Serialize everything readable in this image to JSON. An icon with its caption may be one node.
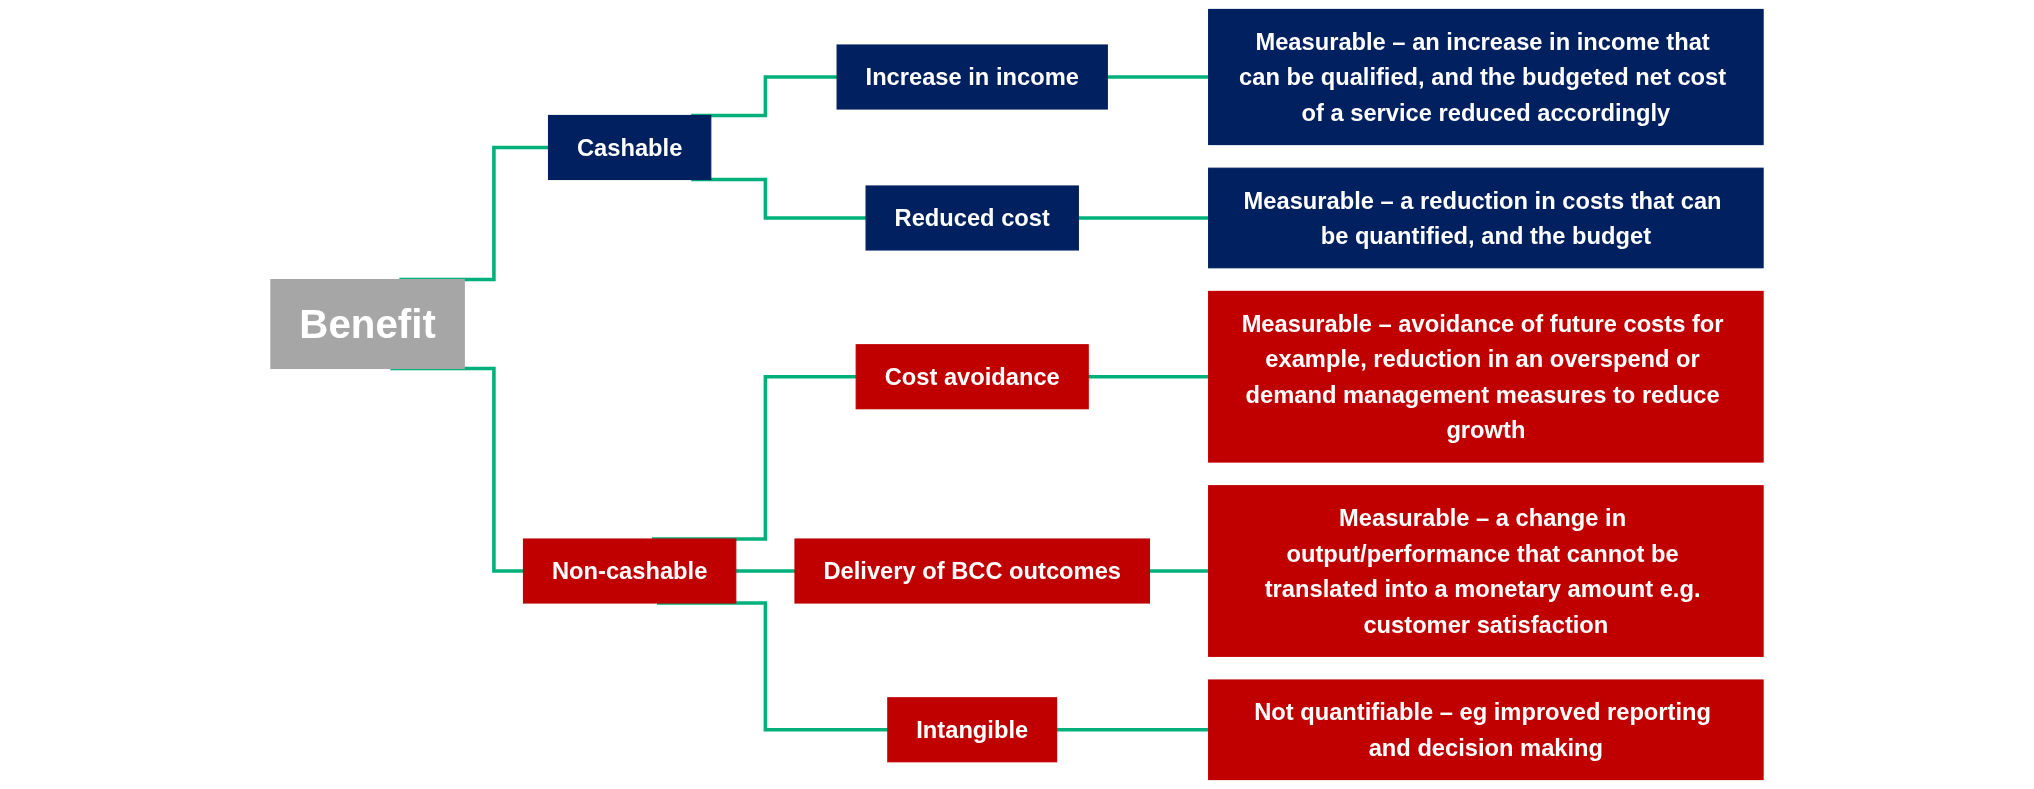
{
  "diagram": {
    "nodes": [
      {
        "text": [
          "Benefit"
        ]
      },
      {
        "text": [
          "Cashable"
        ]
      },
      {
        "text": [
          "Non-cashable"
        ]
      },
      {
        "text": [
          "Increase in income"
        ]
      },
      {
        "text": [
          "Measurable – an increase in income that can be qualified, and the budgeted net cost of a service reduced accordingly"
        ]
      },
      {
        "text": [
          "Reduced cost"
        ]
      },
      {
        "text": [
          "Measurable – a reduction in costs that can be quantified, and the budget"
        ]
      },
      {
        "text": [
          "Cost avoidance"
        ]
      },
      {
        "text": [
          "Measurable – avoidance of future costs for example, reduction in an overspend or demand management measures to reduce growth"
        ]
      },
      {
        "text": [
          "Delivery of BCC outcomes"
        ]
      },
      {
        "text": [
          "Measurable – a change in output/performance that cannot be translated into a monetary amount e.g. customer satisfaction"
        ]
      },
      {
        "text": [
          "Intangible"
        ]
      },
      {
        "text": [
          "Not quantifiable – eg improved reporting and decision making"
        ]
      }
    ],
    "edges": [
      {
        "from": 0,
        "to": 1,
        "arrow": "none"
      },
      {
        "from": 0,
        "to": 2,
        "arrow": "none"
      },
      {
        "from": 1,
        "to": 3,
        "arrow": "none"
      },
      {
        "from": 1,
        "to": 5,
        "arrow": "none"
      },
      {
        "from": 2,
        "to": 7,
        "arrow": "none"
      },
      {
        "from": 2,
        "to": 9,
        "arrow": "none"
      },
      {
        "from": 2,
        "to": 11,
        "arrow": "none"
      },
      {
        "from": 3,
        "to": 4,
        "arrow": "none"
      },
      {
        "from": 5,
        "to": 6,
        "arrow": "none"
      },
      {
        "from": 7,
        "to": 8,
        "arrow": "none"
      },
      {
        "from": 9,
        "to": 10,
        "arrow": "none"
      },
      {
        "from": 11,
        "to": 12,
        "arrow": "none"
      }
    ]
  }
}
